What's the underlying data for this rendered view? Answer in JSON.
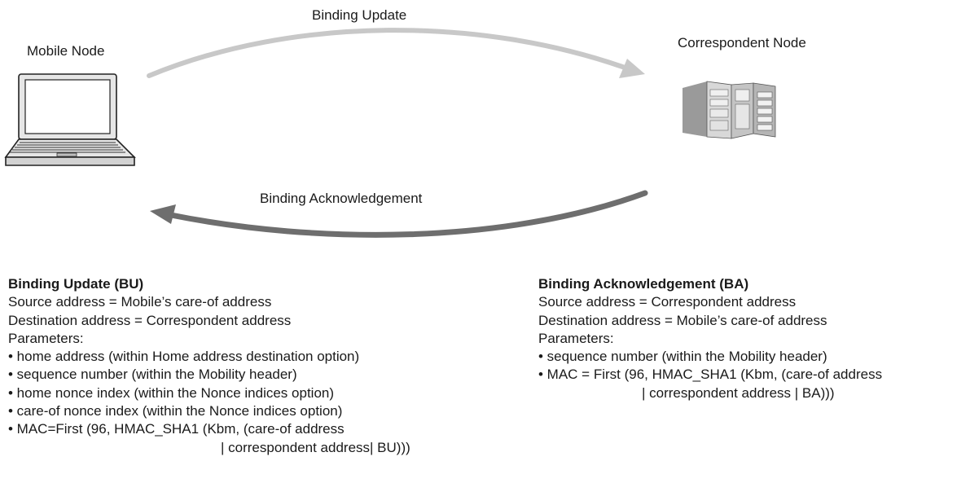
{
  "nodes": {
    "mobile_label": "Mobile Node",
    "correspondent_label": "Correspondent Node"
  },
  "arrows": {
    "update_label": "Binding Update",
    "ack_label": "Binding Acknowledgement",
    "update_color": "#c8c8c8",
    "ack_color": "#6e6e6e"
  },
  "icons": {
    "mobile": "laptop-icon",
    "correspondent": "server-icon"
  },
  "bu": {
    "title": "Binding Update (BU)",
    "lines": [
      "Source address = Mobile’s care-of address",
      "Destination address = Correspondent address",
      "Parameters:",
      "• home address  (within Home address destination option)",
      "• sequence number (within the Mobility header)",
      "• home nonce index (within the Nonce indices option)",
      "• care-of nonce index (within the Nonce indices option)",
      "• MAC=First (96, HMAC_SHA1 (Kbm, (care-of address"
    ],
    "continuation": "| correspondent address| BU)))"
  },
  "ba": {
    "title": "Binding Acknowledgement (BA)",
    "lines": [
      "Source address = Correspondent address",
      "Destination address = Mobile’s care-of address",
      "Parameters:",
      "• sequence number (within the Mobility header)",
      "• MAC = First (96, HMAC_SHA1 (Kbm, (care-of address"
    ],
    "continuation": "| correspondent address | BA)))"
  }
}
